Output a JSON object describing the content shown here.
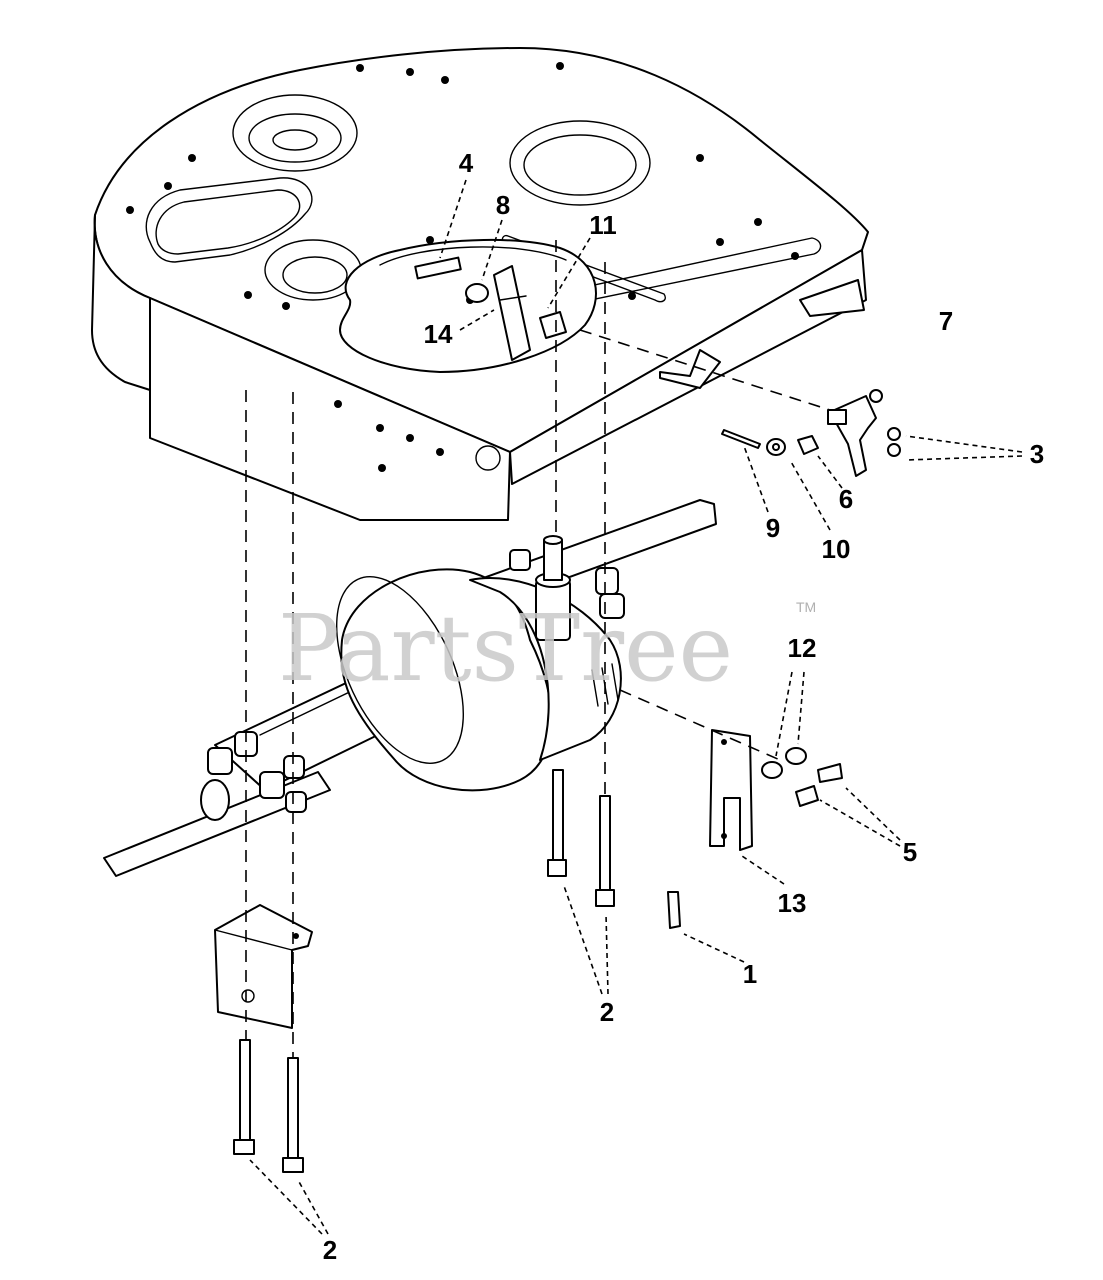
{
  "watermark": {
    "text": "PartsTree",
    "trademark": "TM"
  },
  "callouts": [
    {
      "id": "c1",
      "text": "1"
    },
    {
      "id": "c2a",
      "text": "2"
    },
    {
      "id": "c2b",
      "text": "2"
    },
    {
      "id": "c3",
      "text": "3"
    },
    {
      "id": "c4",
      "text": "4"
    },
    {
      "id": "c5",
      "text": "5"
    },
    {
      "id": "c6",
      "text": "6"
    },
    {
      "id": "c7",
      "text": "7"
    },
    {
      "id": "c8",
      "text": "8"
    },
    {
      "id": "c9",
      "text": "9"
    },
    {
      "id": "c10",
      "text": "10"
    },
    {
      "id": "c11",
      "text": "11"
    },
    {
      "id": "c12",
      "text": "12"
    },
    {
      "id": "c13",
      "text": "13"
    },
    {
      "id": "c14",
      "text": "14"
    }
  ]
}
